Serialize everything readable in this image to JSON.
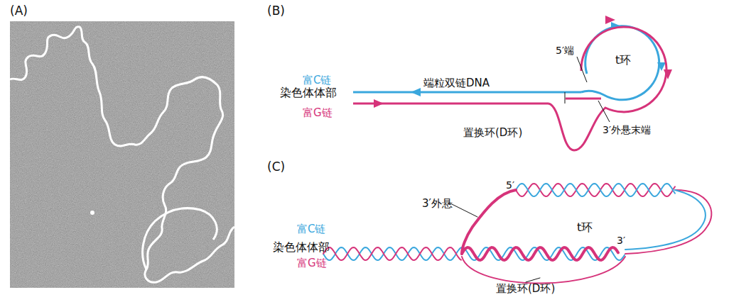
{
  "diagram": {
    "labels": [
      "(A)",
      "(B)",
      "染色体体部",
      "富C链",
      "富G链",
      "端粒双链DNA",
      "5′端",
      "t环",
      "3′外悬末端",
      "置换环(D环)",
      "(C)",
      "5′",
      "3′外悬",
      "t环",
      "3′",
      "富C链",
      "染色体体部",
      "富G链",
      "置换环(D环)"
    ]
  }
}
